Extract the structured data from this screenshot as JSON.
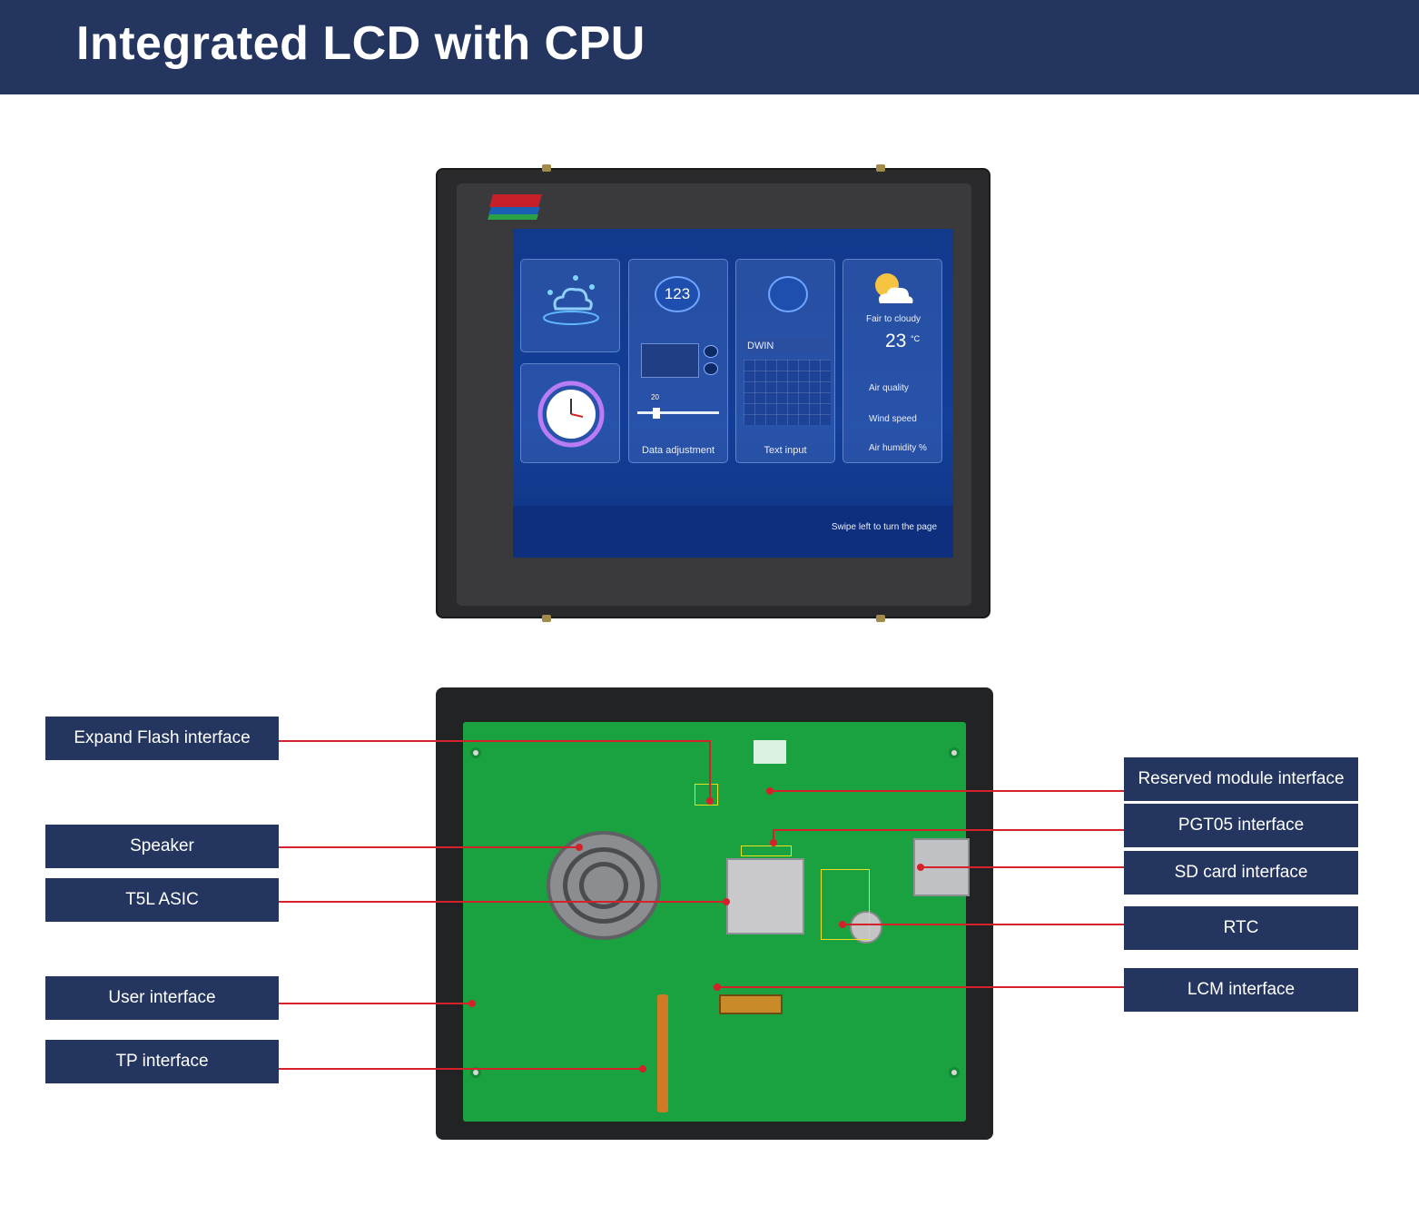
{
  "header": {
    "title": "Integrated LCD with CPU"
  },
  "screen": {
    "card_123": "123",
    "data_value": "20",
    "data_adjustment": "Data adjustment",
    "text_field_value": "DWIN",
    "text_input": "Text input",
    "weather": {
      "condition": "Fair to cloudy",
      "temperature": "23",
      "unit": "°C",
      "air_quality": "Air quality",
      "wind_speed": "Wind speed",
      "air_humidity": "Air humidity  %"
    },
    "swipe_hint": "Swipe left to turn the page"
  },
  "labels": {
    "expand_flash": "Expand Flash interface",
    "speaker": "Speaker",
    "t5l_asic": "T5L ASIC",
    "user_interface": "User interface",
    "tp_interface": "TP interface",
    "reserved_module": "Reserved module interface",
    "pgt05": "PGT05 interface",
    "sd_card": "SD card interface",
    "rtc": "RTC",
    "lcm": "LCM interface"
  },
  "colors": {
    "header_bg": "#243660",
    "label_bg": "#243660",
    "leader_line": "#d4212a",
    "pcb": "#1aa140"
  }
}
